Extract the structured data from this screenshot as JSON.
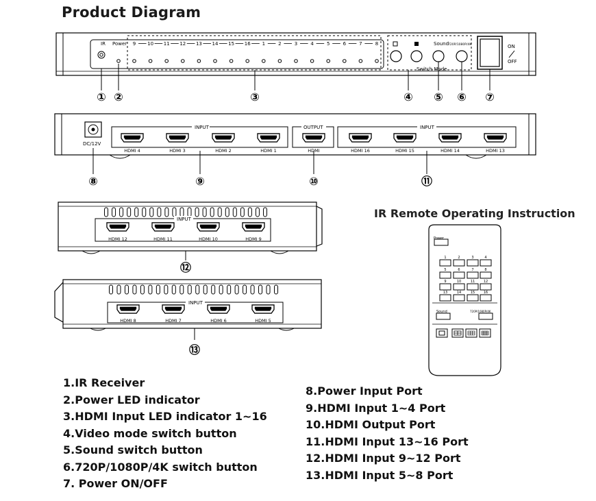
{
  "title": "Product Diagram",
  "ir_title": "IR Remote Operating Instruction",
  "front": {
    "ir_label": "IR",
    "power_label": "Power",
    "led_numbers": [
      "9",
      "10",
      "11",
      "12",
      "13",
      "14",
      "15",
      "16",
      "1",
      "2",
      "3",
      "4",
      "5",
      "6",
      "7",
      "8"
    ],
    "sound_label": "Sound",
    "res_label": "720P/1080P/4K",
    "switch_mode_label": "Switch Mode",
    "on_label": "ON",
    "off_label": "OFF"
  },
  "rear": {
    "dc_label": "DC/12V",
    "input_label": "INPUT",
    "output_label": "OUTPUT",
    "input_ports_a": [
      "HDMI 4",
      "HDMI 3",
      "HDMI 2",
      "HDMI 1"
    ],
    "output_port": "HDMI",
    "input_ports_b": [
      "HDMI 16",
      "HDMI 15",
      "HDMI 14",
      "HDMI 13"
    ]
  },
  "side_right": {
    "input_label": "INPUT",
    "ports": [
      "HDMI 12",
      "HDMI 11",
      "HDMI 10",
      "HDMI 9"
    ]
  },
  "side_left": {
    "input_label": "INPUT",
    "ports": [
      "HDMI 8",
      "HDMI 7",
      "HDMI 6",
      "HDMI 5"
    ]
  },
  "callouts": [
    "①",
    "②",
    "③",
    "④",
    "⑤",
    "⑥",
    "⑦",
    "⑧",
    "⑨",
    "⑩",
    "⑪",
    "⑫",
    "⑬"
  ],
  "remote": {
    "power_label": "Power",
    "numbers": [
      "1",
      "2",
      "3",
      "4",
      "5",
      "6",
      "7",
      "8",
      "9",
      "10",
      "11",
      "12",
      "13",
      "14",
      "15",
      "16"
    ],
    "sound_label": "Sound",
    "res_label": "720P/1080P/4K"
  },
  "legend_left": [
    "1.IR Receiver",
    "2.Power LED indicator",
    "3.HDMI Input LED indicator 1~16",
    "4.Video mode switch button",
    "5.Sound switch button",
    "6.720P/1080P/4K switch button",
    "7. Power ON/OFF"
  ],
  "legend_right": [
    "8.Power Input Port",
    "9.HDMI Input 1~4 Port",
    "10.HDMI Output Port",
    "11.HDMI Input 13~16 Port",
    "12.HDMI Input 9~12 Port",
    "13.HDMI Input 5~8 Port"
  ]
}
